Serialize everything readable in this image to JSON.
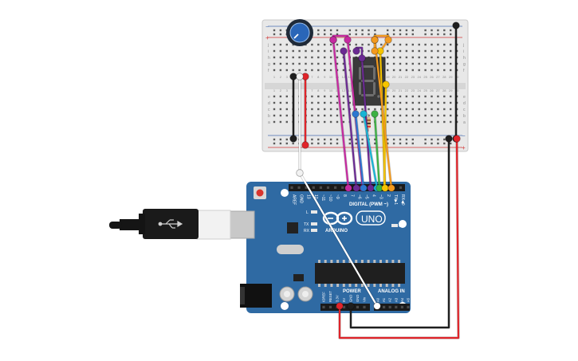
{
  "arduino": {
    "header_labels": [
      "AREF",
      "GND",
      "13",
      "12",
      "~11",
      "~10",
      "~9",
      "8",
      "7",
      "~6",
      "~5",
      "4",
      "~3",
      "2",
      "TX▶1",
      "RX◀0"
    ],
    "digital_label": "DIGITAL (PWM ~)",
    "brand": "ARDUINO",
    "model": "UNO",
    "led_l": "L",
    "led_tx": "TX",
    "led_rx": "RX",
    "led_on": "ON",
    "power_label": "POWER",
    "analog_label": "ANALOG IN",
    "power_pins": [
      "IOREF",
      "RESET",
      "3.3V",
      "5V",
      "GND",
      "GND",
      "Vin"
    ],
    "analog_pins": [
      "A0",
      "A1",
      "A2",
      "A3",
      "A4",
      "A5"
    ]
  },
  "breadboard": {
    "column_numbers": [
      "1",
      "2",
      "3",
      "4",
      "5",
      "6",
      "7",
      "8",
      "9",
      "10",
      "11",
      "12",
      "13",
      "14",
      "15",
      "16",
      "17",
      "18",
      "19",
      "20",
      "21",
      "22",
      "23",
      "24",
      "25",
      "26",
      "27",
      "28",
      "29",
      "30"
    ],
    "row_letters_top": [
      "j",
      "i",
      "h",
      "g",
      "f"
    ],
    "row_letters_bottom": [
      "e",
      "d",
      "c",
      "b",
      "a"
    ],
    "rail_plus": "+",
    "rail_minus": "−"
  },
  "display": {
    "digit": "8."
  },
  "colors": {
    "breadboard": "#e6e6e6",
    "arduino_board": "#2f6aa3",
    "wire_red": "#e0242a",
    "wire_black": "#1e1e1e",
    "wire_magenta": "#c52aa0",
    "wire_purple": "#6a2a92",
    "wire_blue": "#2d78d0",
    "wire_cyan": "#19b4d4",
    "wire_green": "#3cb043",
    "wire_yellow": "#f5c400",
    "wire_orange": "#f39a1e",
    "wire_white": "#f2f2f2",
    "knob": "#2a66b8"
  }
}
